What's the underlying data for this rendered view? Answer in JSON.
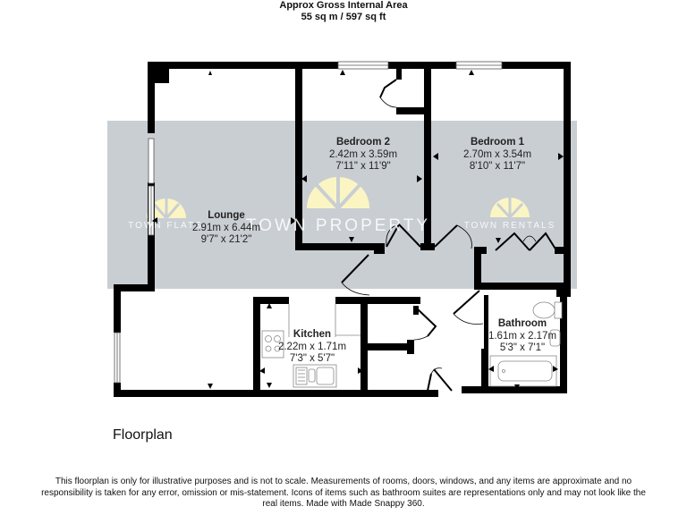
{
  "header": {
    "line1": "Approx Gross Internal Area",
    "line2": "55 sq m / 597 sq ft"
  },
  "rooms": [
    {
      "name": "Lounge",
      "metric": "2.91m x 6.44m",
      "imperial": "9'7\" x 21'2\""
    },
    {
      "name": "Bedroom 2",
      "metric": "2.42m x 3.59m",
      "imperial": "7'11\" x 11'9\""
    },
    {
      "name": "Bedroom 1",
      "metric": "2.70m x 3.54m",
      "imperial": "8'10\" x 11'7\""
    },
    {
      "name": "Kitchen",
      "metric": "2.22m x 1.71m",
      "imperial": "7'3\" x 5'7\""
    },
    {
      "name": "Bathroom",
      "metric": "1.61m x 2.17m",
      "imperial": "5'3\" x 7'1\""
    }
  ],
  "watermarks": {
    "left": "TOWN FLATS",
    "center": "TOWN PROPERTY",
    "right": "TOWN RENTALS"
  },
  "colors": {
    "wall": "#000000",
    "watermark_band": "#c9ced3",
    "watermark_logo": "#fbf5c4"
  },
  "footer": {
    "title": "Floorplan",
    "disclaimer": "This floorplan is only for illustrative purposes and is not to scale. Measurements of rooms, doors, windows, and any items are approximate and no responsibility is taken for any error, omission or mis-statement. Icons of items such as bathroom suites are representations only and may not look like the real items. Made with Made Snappy 360."
  }
}
